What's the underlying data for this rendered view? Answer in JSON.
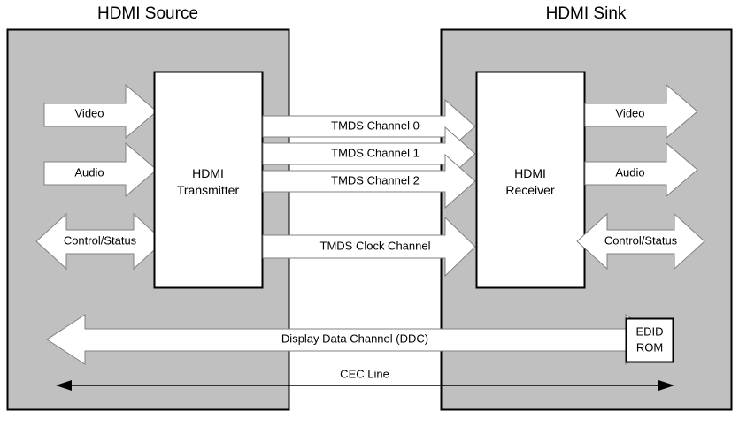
{
  "diagram": {
    "title_source": "HDMI Source",
    "title_sink": "HDMI Sink",
    "source_block": {
      "line1": "HDMI",
      "line2": "Transmitter"
    },
    "sink_block": {
      "line1": "HDMI",
      "line2": "Receiver"
    },
    "edid": {
      "line1": "EDID",
      "line2": "ROM"
    },
    "source_inputs": [
      {
        "label": "Video",
        "direction": "right"
      },
      {
        "label": "Audio",
        "direction": "right"
      },
      {
        "label": "Control/Status",
        "direction": "bidirectional"
      }
    ],
    "sink_outputs": [
      {
        "label": "Video",
        "direction": "right"
      },
      {
        "label": "Audio",
        "direction": "right"
      },
      {
        "label": "Control/Status",
        "direction": "bidirectional"
      }
    ],
    "links": [
      {
        "label": "TMDS Channel 0",
        "direction": "right"
      },
      {
        "label": "TMDS Channel 1",
        "direction": "right"
      },
      {
        "label": "TMDS Channel 2",
        "direction": "right"
      },
      {
        "label": "TMDS Clock Channel",
        "direction": "right"
      },
      {
        "label": "Display Data Channel (DDC)",
        "direction": "bidirectional-wide"
      },
      {
        "label": "CEC Line",
        "direction": "bidirectional-line"
      }
    ],
    "colors": {
      "enclosure_fill": "#c0c0c0",
      "block_fill": "#ffffff",
      "stroke": "#000000",
      "arrow_fill": "#ffffff",
      "arrow_stroke": "#808080",
      "background": "#ffffff"
    }
  }
}
